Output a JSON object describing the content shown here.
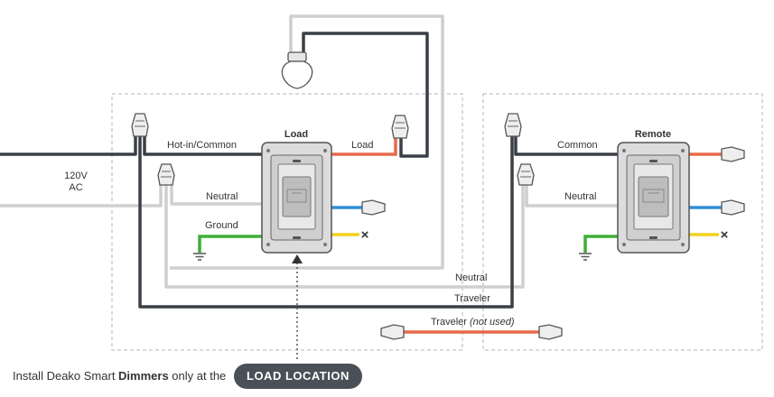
{
  "labels": {
    "power": "120V",
    "power_unit": "AC",
    "hot_in_common": "Hot-in/Common",
    "neutral_left": "Neutral",
    "ground": "Ground",
    "load_switch_title": "Load",
    "load_wire": "Load",
    "remote_title": "Remote",
    "common": "Common",
    "neutral_right": "Neutral",
    "neutral_run": "Neutral",
    "traveler_run": "Traveler",
    "traveler_unused": "Traveler",
    "traveler_unused_note": "(not used)",
    "unused_mark_left": "×",
    "unused_mark_right": "×"
  },
  "caption": {
    "prefix": "Install Deako Smart ",
    "bold": "Dimmers",
    "suffix": " only at the",
    "badge": "LOAD LOCATION"
  },
  "colors": {
    "hot": "#3a3f47",
    "neutral": "#cfcfcf",
    "ground": "#3fae35",
    "load": "#e8684a",
    "blue": "#2f8fd8",
    "yellow": "#f2d21b"
  }
}
